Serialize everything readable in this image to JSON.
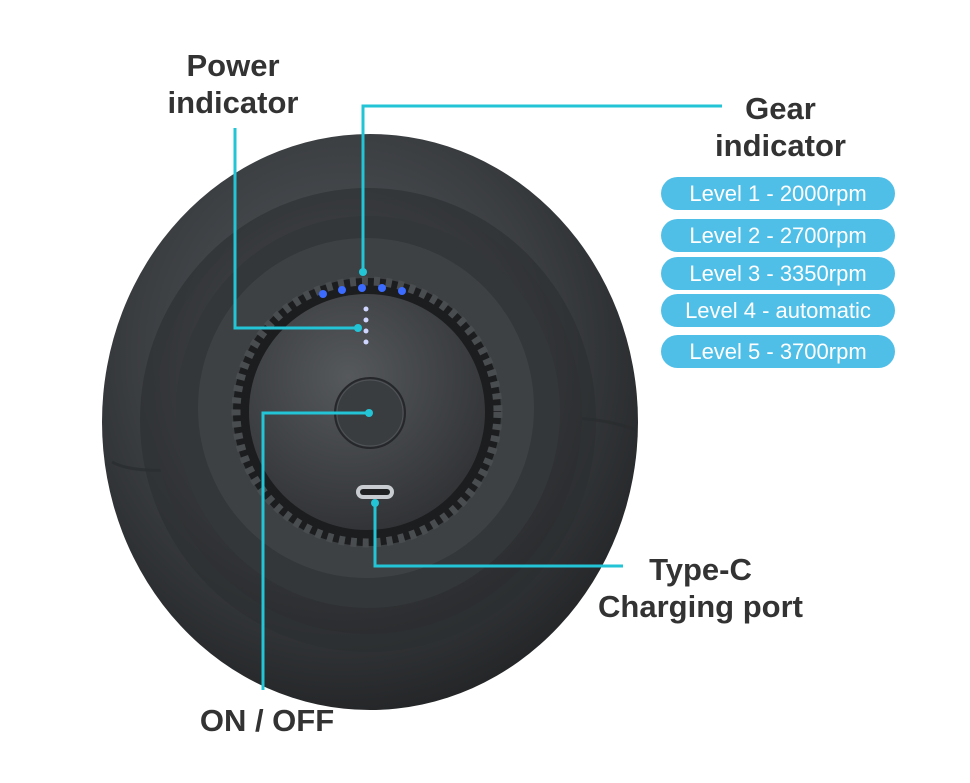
{
  "labels": {
    "power_indicator": [
      "Power",
      "indicator"
    ],
    "gear_indicator": [
      "Gear",
      "indicator"
    ],
    "on_off": "ON / OFF",
    "type_c": [
      "Type-C",
      "Charging port"
    ]
  },
  "gear_levels": [
    "Level 1 - 2000rpm",
    "Level 2 - 2700rpm",
    "Level 3 - 3350rpm",
    "Level 4 - automatic",
    "Level 5 - 3700rpm"
  ],
  "colors": {
    "callout_line": "#22c4d6",
    "level_pill": "#4fbfe8",
    "label_text": "#333333",
    "device_body": "#3a3d40",
    "indicator_led": "#3b6bff"
  }
}
